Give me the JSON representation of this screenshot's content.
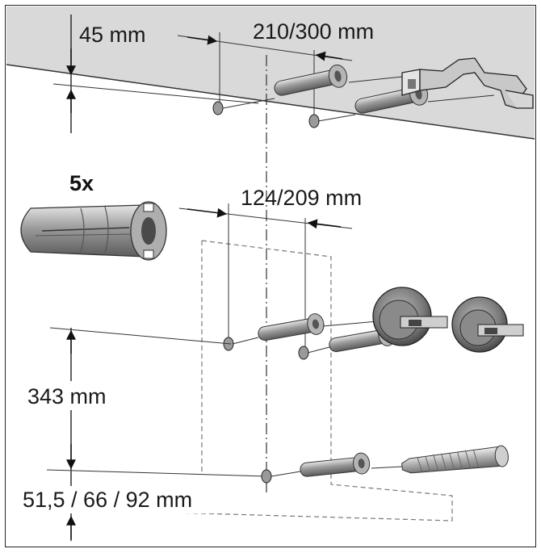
{
  "labels": {
    "ceiling_offset": "45 mm",
    "top_spacing": "210/300 mm",
    "quantity": "5x",
    "middle_spacing": "124/209 mm",
    "vertical_spacing": "343 mm",
    "bottom_offset": "51,5 / 66 / 92 mm"
  }
}
